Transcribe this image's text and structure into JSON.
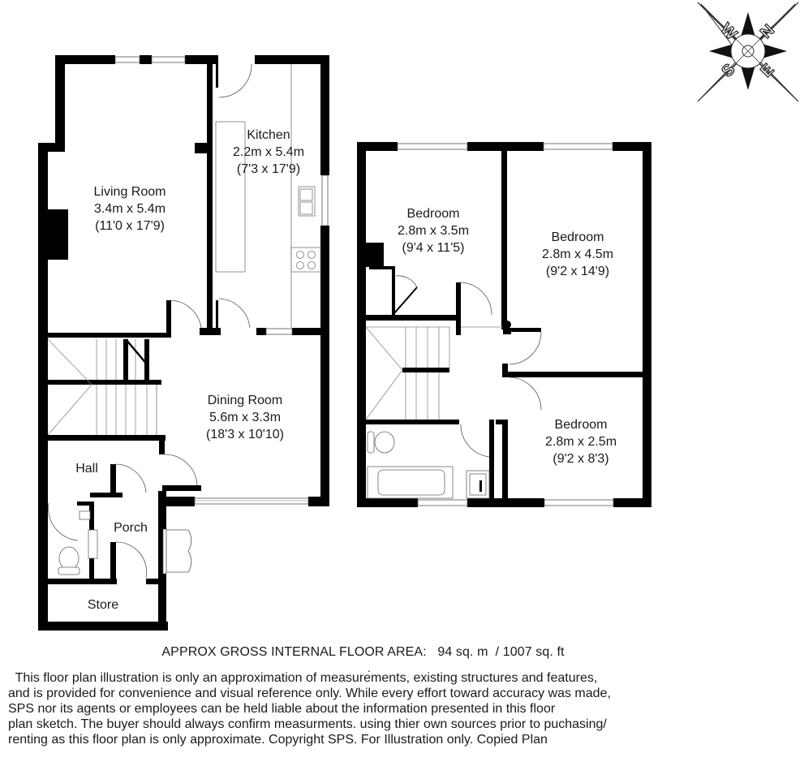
{
  "compass": {
    "letters": {
      "north": "N",
      "east": "E",
      "south": "S",
      "west": "W"
    }
  },
  "ground_floor": {
    "rooms": [
      {
        "id": "living-room",
        "name": "Living Room",
        "metric": "3.4m x 5.4m",
        "imperial": "(11'0 x 17'9)"
      },
      {
        "id": "kitchen",
        "name": "Kitchen",
        "metric": "2.2m x 5.4m",
        "imperial": "(7'3 x 17'9)"
      },
      {
        "id": "dining-room",
        "name": "Dining Room",
        "metric": "5.6m x 3.3m",
        "imperial": "(18'3 x 10'10)"
      },
      {
        "id": "hall",
        "name": "Hall"
      },
      {
        "id": "porch",
        "name": "Porch"
      },
      {
        "id": "store",
        "name": "Store"
      }
    ]
  },
  "first_floor": {
    "rooms": [
      {
        "id": "bedroom-1",
        "name": "Bedroom",
        "metric": "2.8m x 3.5m",
        "imperial": "(9'4 x 11'5)"
      },
      {
        "id": "bedroom-2",
        "name": "Bedroom",
        "metric": "2.8m x 4.5m",
        "imperial": "(9'2 x 14'9)"
      },
      {
        "id": "bedroom-3",
        "name": "Bedroom",
        "metric": "2.8m x 2.5m",
        "imperial": "(9'2 x 8'3)"
      }
    ]
  },
  "area": {
    "label": "APPROX GROSS INTERNAL FLOOR AREA:",
    "metric": "94 sq. m",
    "separator": "/",
    "imperial": "1007 sq. ft",
    "dot": "."
  },
  "disclaimer": {
    "lines": [
      "  This floor plan illustration is only an approximation of measurements, existing structures and features,",
      "and is provided for convenience and visual reference only. While every effort toward accuracy was made,",
      "SPS nor its agents or employees can be held liable about the information presented in this floor",
      "plan sketch. The buyer should always confirm measurments. using thier own sources prior to puchasing/",
      "renting as this floor plan is only approximate. Copyright SPS. For Illustration only. Copied Plan"
    ]
  }
}
